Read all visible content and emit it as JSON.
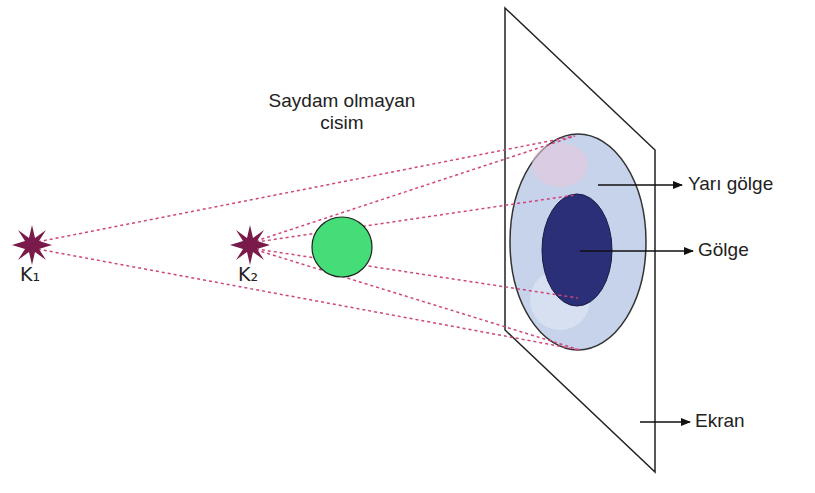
{
  "diagram": {
    "labels": [
      "Saydam olmayan cisim",
      "K₁",
      "K₂",
      "Yarı gölge",
      "Gölge",
      "Ekran"
    ]
  }
}
